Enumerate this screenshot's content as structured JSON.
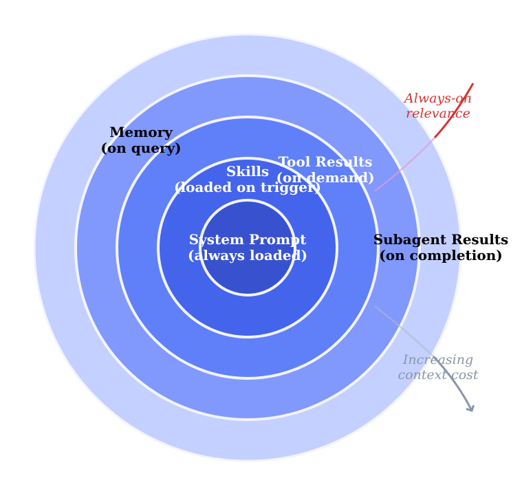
{
  "rings": [
    {
      "label_line1": "Memory",
      "label_line2": "(on query)",
      "fill": "#c4d0ff",
      "text_color": "#000000"
    },
    {
      "label_line1": "Subagent Results",
      "label_line2": "(on completion)",
      "fill": "#8198fd",
      "text_color": "#000000"
    },
    {
      "label_line1": "Tool Results",
      "label_line2": "(on demand)",
      "fill": "#6080fa",
      "text_color": "#ffffff"
    },
    {
      "label_line1": "Skills",
      "label_line2": "(loaded on trigger)",
      "fill": "#4464eb",
      "text_color": "#ffffff"
    },
    {
      "label_line1": "System Prompt",
      "label_line2": "(always loaded)",
      "fill": "#3852cf",
      "text_color": "#ffffff"
    }
  ],
  "ring_stroke": "#f2f4ff",
  "annotations": {
    "top": {
      "line1": "Always-on",
      "line2": "relevance",
      "color": "#d63333"
    },
    "bottom": {
      "line1": "Increasing",
      "line2": "context cost",
      "color": "#8a96a8"
    }
  },
  "arrow_colors": {
    "top": "#d63333",
    "bottom": "#8a96a8"
  }
}
